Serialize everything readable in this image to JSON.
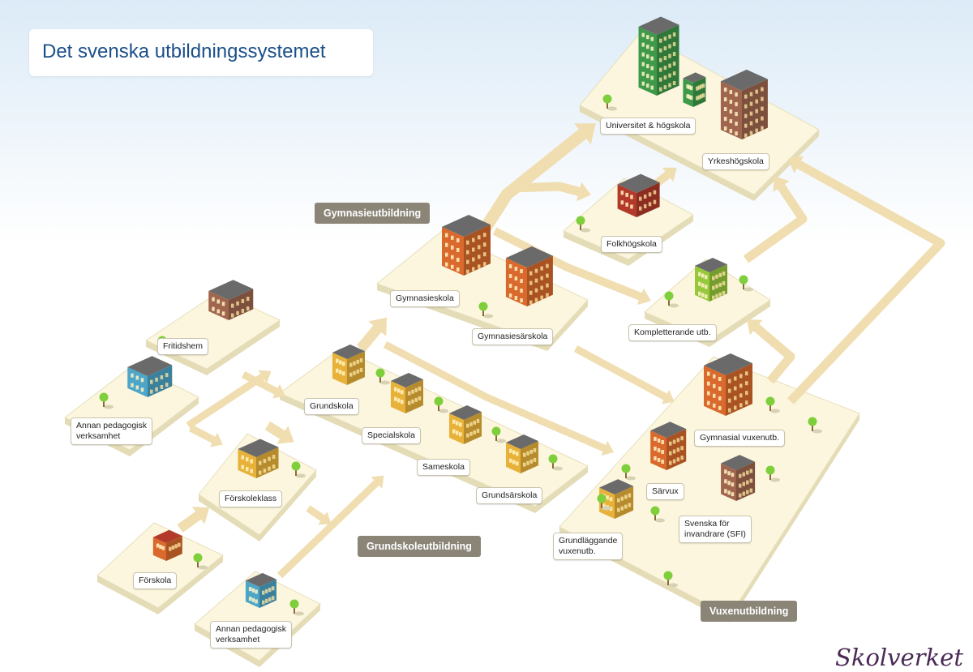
{
  "title": "Det svenska utbildningssystemet",
  "brand": "Skolverket",
  "sections": {
    "gymnasie": "Gymnasieutbildning",
    "grundskole": "Grundskoleutbildning",
    "vuxen": "Vuxenutbildning"
  },
  "labels": {
    "universitet": "Universitet & högskola",
    "yrkeshogskola": "Yrkeshögskola",
    "folkhogskola": "Folkhögskola",
    "kompletterande": "Kompletterande utb.",
    "gymnasieskola": "Gymnasieskola",
    "gymnasiesarskola": "Gymnasiesärskola",
    "fritidshem": "Fritidshem",
    "annan_ped_1": "Annan pedagogisk\nverksamhet",
    "grundskola": "Grundskola",
    "specialskola": "Specialskola",
    "sameskola": "Sameskola",
    "grundsarskola": "Grundsärskola",
    "forskoleklass": "Förskoleklass",
    "forskola": "Förskola",
    "annan_ped_2": "Annan pedagogisk\nverksamhet",
    "gymnasial_vux": "Gymnasial vuxenutb.",
    "sarvux": "Särvux",
    "sfi": "Svenska för\ninvandrare (SFI)",
    "grundl_vux": "Grundläggande\nvuxenutb."
  },
  "colors": {
    "platform_top": "#fbf6dd",
    "platform_side": "#e4dcb6",
    "arrow": "#f0ddb0",
    "section_box": "#8a8577",
    "title_text": "#1b4f8a",
    "building_yellow": "#e8b23a",
    "building_orange": "#d9692c",
    "building_green": "#3e9a4a",
    "building_brown": "#a0654e",
    "building_red": "#b33a2a",
    "building_lime": "#96c83c",
    "building_blue": "#4da6c8",
    "roof_gray": "#6a6a6a",
    "tree": "#7fcf3c"
  }
}
